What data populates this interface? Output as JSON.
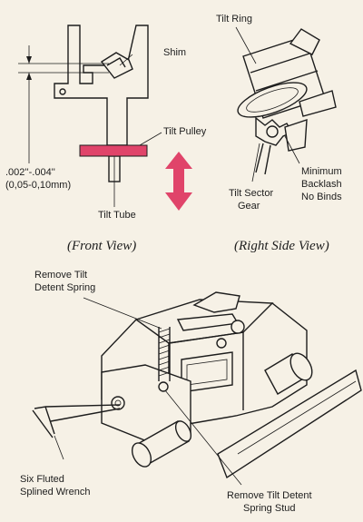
{
  "front_view": {
    "caption": "(Front View)",
    "labels": {
      "shim": "Shim",
      "tilt_pulley": "Tilt Pulley",
      "tolerance_in": ".002''-.004''",
      "tolerance_mm": "(0,05-0,10mm)",
      "tilt_tube": "Tilt Tube"
    },
    "colors": {
      "pulley": "#e0446a",
      "arrow": "#e0446a"
    }
  },
  "right_side_view": {
    "caption": "(Right Side View)",
    "labels": {
      "tilt_ring": "Tilt Ring",
      "tilt_sector_gear_1": "Tilt Sector",
      "tilt_sector_gear_2": "Gear",
      "minimum_1": "Minimum",
      "minimum_2": "Backlash",
      "minimum_3": "No Binds"
    }
  },
  "assembly_view": {
    "labels": {
      "remove_spring_1": "Remove Tilt",
      "remove_spring_2": "Detent Spring",
      "wrench_1": "Six Fluted",
      "wrench_2": "Splined Wrench",
      "stud_1": "Remove Tilt Detent",
      "stud_2": "Spring Stud"
    }
  }
}
